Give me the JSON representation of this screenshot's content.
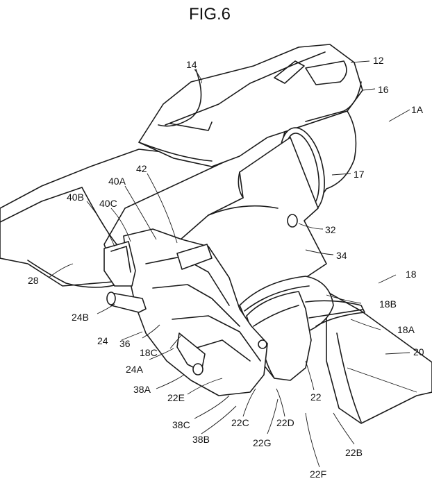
{
  "figure": {
    "title": "FIG.6"
  },
  "labels": {
    "l12": "12",
    "l14": "14",
    "l16": "16",
    "l1A": "1A",
    "l17": "17",
    "l42": "42",
    "l40A": "40A",
    "l40B": "40B",
    "l40C": "40C",
    "l32": "32",
    "l34": "34",
    "l28": "28",
    "l18": "18",
    "l18B": "18B",
    "l18A": "18A",
    "l20": "20",
    "l24B": "24B",
    "l24": "24",
    "l36": "36",
    "l18C": "18C",
    "l24A": "24A",
    "l38A": "38A",
    "l22E": "22E",
    "l22": "22",
    "l38C": "38C",
    "l22C": "22C",
    "l22D": "22D",
    "l38B": "38B",
    "l22G": "22G",
    "l22B": "22B",
    "l22F": "22F"
  }
}
